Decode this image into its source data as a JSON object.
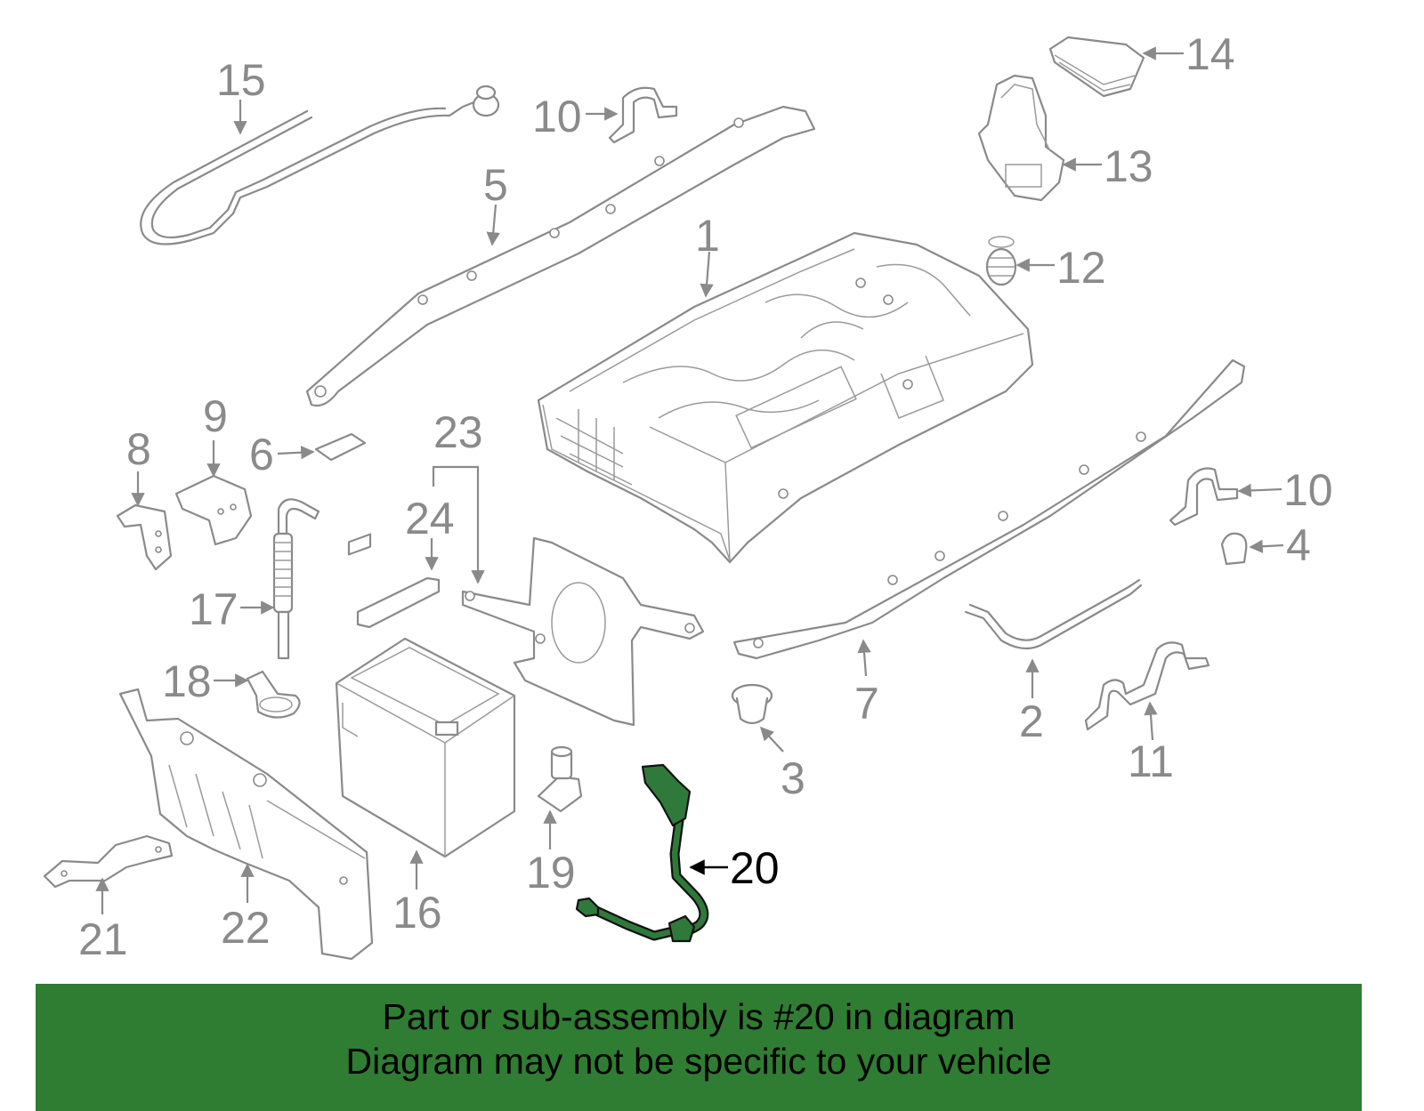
{
  "diagram": {
    "highlight_color": "#2f7d32",
    "highlighted_part": "20",
    "callouts": [
      "1",
      "2",
      "3",
      "4",
      "5",
      "6",
      "7",
      "8",
      "9",
      "10",
      "10",
      "11",
      "12",
      "13",
      "14",
      "15",
      "16",
      "17",
      "18",
      "19",
      "20",
      "21",
      "22",
      "23",
      "24"
    ]
  },
  "banner": {
    "line1": "Part or sub-assembly is #20 in diagram",
    "line2": "Diagram may not be specific to your vehicle",
    "background": "#2f7d32"
  }
}
